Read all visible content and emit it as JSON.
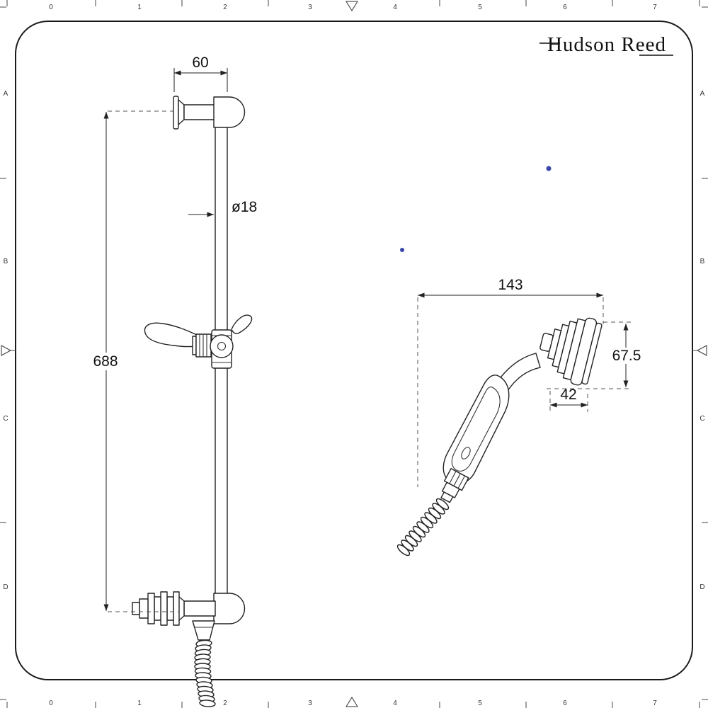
{
  "brand": {
    "name": "Hudson Reed"
  },
  "ruler": {
    "numbers": [
      "0",
      "1",
      "2",
      "3",
      "4",
      "5",
      "6",
      "7"
    ],
    "letters": [
      "A",
      "B",
      "C",
      "D"
    ]
  },
  "dimensions": {
    "bracket_width": "60",
    "bar_diameter": "ø18",
    "rail_height": "688",
    "handset_length": "143",
    "head_height": "67.5",
    "head_depth": "42"
  },
  "colors": {
    "line": "#222222",
    "dashed": "#555555",
    "accent_dot": "#3846a8",
    "background": "#ffffff"
  }
}
